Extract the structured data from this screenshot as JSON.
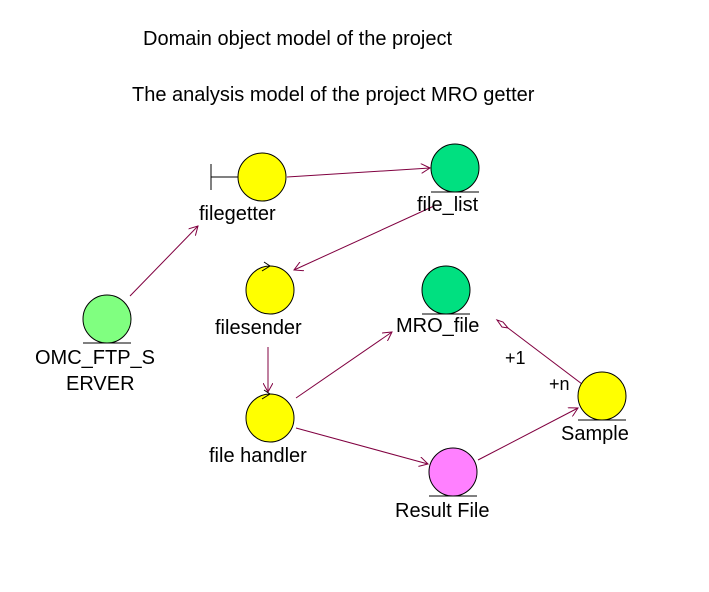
{
  "titles": {
    "main": "Domain object model of the project",
    "sub": "The analysis model of the project MRO getter"
  },
  "colors": {
    "boundary": "#ffff00",
    "entity": "#00e080",
    "actor": "#80ff80",
    "result": "#ff80ff",
    "edge": "#800040",
    "outline": "#000000"
  },
  "nodes": {
    "filegetter": {
      "label": "filegetter",
      "kind": "boundary"
    },
    "file_list": {
      "label": "file_list",
      "kind": "entity"
    },
    "filesender": {
      "label": "filesender",
      "kind": "control"
    },
    "omc": {
      "label_line1": "OMC_FTP_S",
      "label_line2": "ERVER",
      "kind": "actor"
    },
    "mro_file": {
      "label": "MRO_file",
      "kind": "entity"
    },
    "file_handler": {
      "label": "file handler",
      "kind": "control"
    },
    "result_file": {
      "label": "Result File",
      "kind": "entity"
    },
    "sample": {
      "label": "Sample",
      "kind": "entity"
    }
  },
  "multiplicity": {
    "mro_end": "+1",
    "sample_end": "+n"
  }
}
